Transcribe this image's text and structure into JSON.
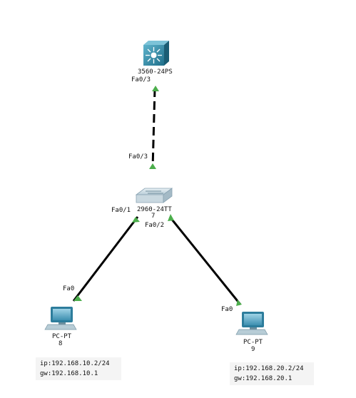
{
  "devices": {
    "multilayer_switch": {
      "model": "3560-24PS",
      "number": ""
    },
    "switch": {
      "model": "2960-24TT",
      "number": "7"
    },
    "pc_left": {
      "model": "PC-PT",
      "number": "8"
    },
    "pc_right": {
      "model": "PC-PT",
      "number": "9"
    }
  },
  "ports": {
    "mls_fa03": "Fa0/3",
    "sw_fa03": "Fa0/3",
    "sw_fa01": "Fa0/1",
    "sw_fa02": "Fa0/2",
    "pc_left_fa0": "Fa0",
    "pc_right_fa0": "Fa0"
  },
  "notes": {
    "left": {
      "ip": "ip:192.168.10.2/24",
      "gw": "gw:192.168.10.1"
    },
    "right": {
      "ip": "ip:192.168.20.2/24",
      "gw": "gw:192.168.20.1"
    }
  },
  "colors": {
    "link": "#000000",
    "port_indicator": "#4cae4c",
    "device": "#2a8aa6"
  }
}
